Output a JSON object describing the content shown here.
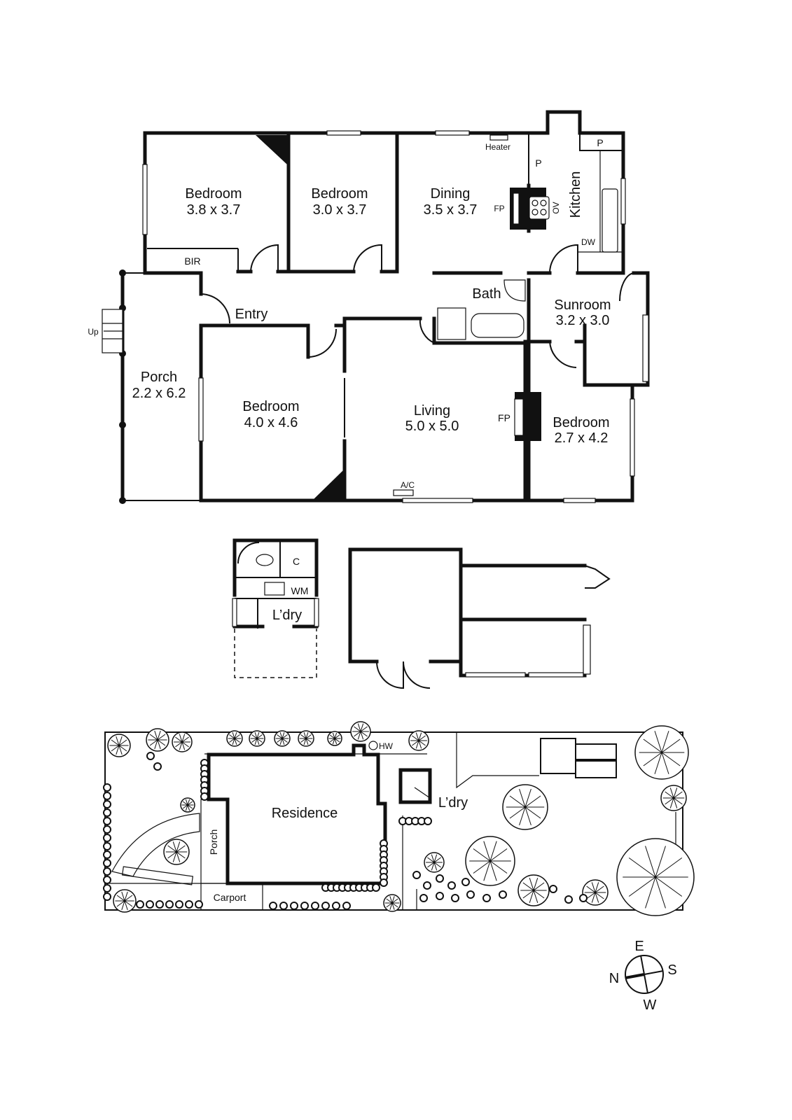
{
  "floor_plan": {
    "rooms": {
      "bedroom1": {
        "name": "Bedroom",
        "size": "3.8 x 3.7"
      },
      "bedroom2": {
        "name": "Bedroom",
        "size": "3.0 x 3.7"
      },
      "dining": {
        "name": "Dining",
        "size": "3.5 x 3.7"
      },
      "kitchen": {
        "name": "Kitchen"
      },
      "sunroom": {
        "name": "Sunroom",
        "size": "3.2 x 3.0"
      },
      "bath": {
        "name": "Bath"
      },
      "entry": {
        "name": "Entry"
      },
      "porch": {
        "name": "Porch",
        "size": "2.2 x 6.2"
      },
      "bedroom3": {
        "name": "Bedroom",
        "size": "4.0 x 4.6"
      },
      "living": {
        "name": "Living",
        "size": "5.0 x 5.0"
      },
      "bedroom4": {
        "name": "Bedroom",
        "size": "2.7 x 4.2"
      }
    },
    "fixtures": {
      "bir": "BIR",
      "heater": "Heater",
      "pantry1": "P",
      "pantry2": "P",
      "fp_dining": "FP",
      "ov": "OV",
      "dw": "DW",
      "fp_living": "FP",
      "ac": "A/C",
      "up": "Up"
    }
  },
  "outbuilding": {
    "c": "C",
    "wm": "WM",
    "laundry": "L’dry"
  },
  "site_plan": {
    "hw": "HW",
    "residence": "Residence",
    "laundry": "L’dry",
    "porch": "Porch",
    "carport": "Carport"
  },
  "compass": {
    "n": "N",
    "e": "E",
    "s": "S",
    "w": "W"
  }
}
